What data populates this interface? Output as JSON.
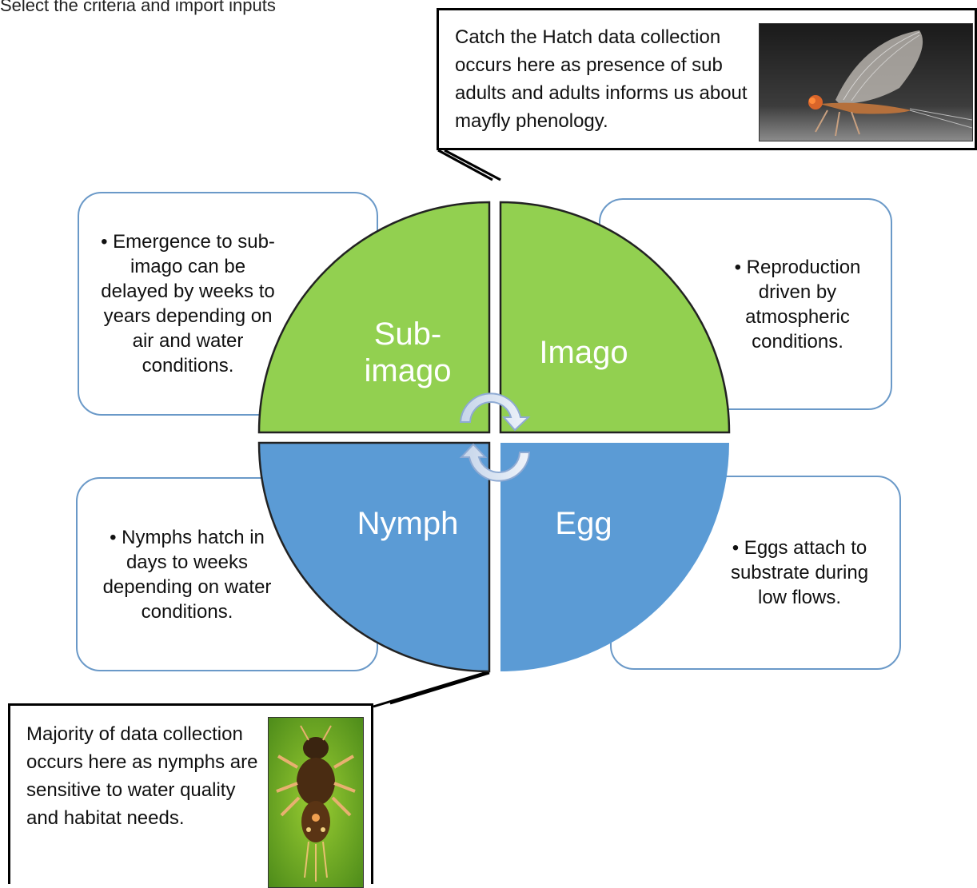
{
  "header_fragment": "Select the criteria and import inputs",
  "top_callout": {
    "text": "Catch the Hatch data collection occurs here as presence of sub adults and adults informs us about mayfly phenology."
  },
  "bottom_callout": {
    "text": "Majority of data collection occurs here as nymphs are sensitive to water quality and habitat needs."
  },
  "stages": {
    "subimago": {
      "label": "Sub-imago",
      "color": "#92d050"
    },
    "imago": {
      "label": "Imago",
      "color": "#92d050"
    },
    "nymph": {
      "label": "Nymph",
      "color": "#5b9bd5"
    },
    "egg": {
      "label": "Egg",
      "color": "#5b9bd5"
    }
  },
  "info_boxes": {
    "subimago": "• Emergence to sub-imago can be delayed by weeks to years depending on air and water conditions.",
    "imago": "• Reproduction driven by atmospheric conditions.",
    "nymph": "• Nymphs hatch in days to weeks depending on water conditions.",
    "egg": "• Eggs attach to substrate during low flows."
  },
  "icons": [
    "cycle-arrows-icon",
    "mayfly-photo",
    "nymph-photo"
  ]
}
